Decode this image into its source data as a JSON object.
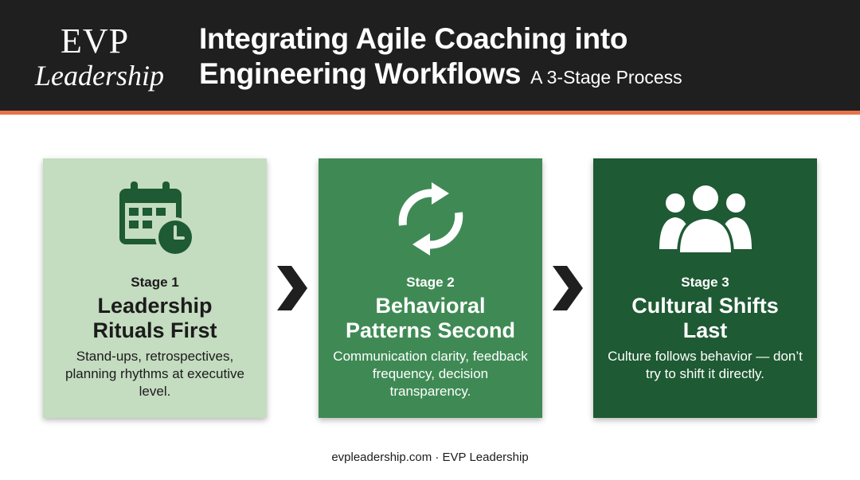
{
  "brand": {
    "logo_line1": "EVP",
    "logo_line2": "Leadership"
  },
  "header": {
    "title_line1": "Integrating Agile Coaching into",
    "title_line2": "Engineering Workflows",
    "subtitle": "A 3-Stage Process"
  },
  "stages": [
    {
      "label": "Stage 1",
      "title_line1": "Leadership",
      "title_line2": "Rituals First",
      "description": "Stand-ups, retrospectives, planning rhythms at executive level.",
      "icon": "calendar-clock-icon",
      "background": "#c4dcc0",
      "icon_color": "#1e5a33"
    },
    {
      "label": "Stage 2",
      "title_line1": "Behavioral",
      "title_line2": "Patterns Second",
      "description": "Communication clarity, feedback frequency, decision transparency.",
      "icon": "refresh-cycle-icon",
      "background": "#3f8a54",
      "icon_color": "#ffffff"
    },
    {
      "label": "Stage 3",
      "title_line1": "Cultural Shifts",
      "title_line2": "Last",
      "description": "Culture follows behavior — don’t try to shift it directly.",
      "icon": "people-group-icon",
      "background": "#1e5a33",
      "icon_color": "#ffffff"
    }
  ],
  "footer": {
    "text": "evpleadership.com · EVP Leadership"
  },
  "colors": {
    "header_bg": "#1f1f1f",
    "accent": "#e8734a",
    "arrow": "#1f1f1f"
  }
}
